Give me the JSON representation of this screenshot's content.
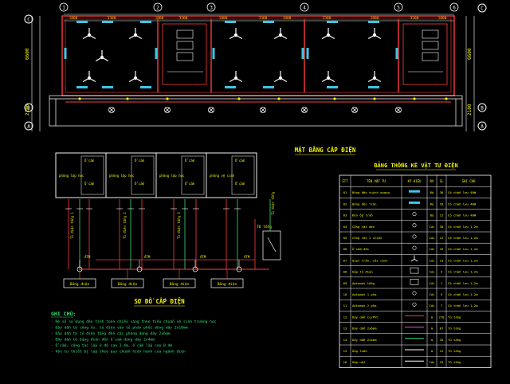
{
  "floor_plan": {
    "title": "MẶT BẰNG CẤP ĐIỆN",
    "grid_numbers": [
      "1",
      "2",
      "3",
      "4",
      "5",
      "6"
    ],
    "grid_letters_left": [
      "C",
      "B",
      "A"
    ],
    "grid_letters_right": [
      "C",
      "B",
      "A"
    ],
    "dims_top": [
      "1800",
      "3300",
      "1800",
      "3300",
      "1800",
      "3300",
      "1800",
      "3300",
      "1800",
      "3300",
      "1800"
    ],
    "dims_left": [
      "6600",
      "2100"
    ],
    "dims_right": [
      "6600",
      "2100"
    ]
  },
  "schematic": {
    "title": "SƠ ĐỒ CẤP ĐIỆN",
    "panels": [
      {
        "name": "phòng lớp học",
        "sub": "Ổ cắm"
      },
      {
        "name": "phòng lớp học",
        "sub": "Ổ cắm"
      },
      {
        "name": "phòng lớp học",
        "sub": "Ổ cắm"
      },
      {
        "name": "phòng vệ sinh",
        "sub": "Ổ cắm"
      }
    ],
    "breakers": [
      "ÁTM",
      "ÁTM",
      "ÁTM",
      "ÁTM"
    ],
    "feeder_labels": [
      "Tủ điện tầng 1",
      "Tủ điện tầng 2",
      "Tủ điện tầng 3",
      "Tủ điện tổng"
    ],
    "boxes": [
      "Bảng điện",
      "Bảng điện",
      "Bảng điện",
      "Bảng điện"
    ],
    "main": "TĐ tổng"
  },
  "notes": {
    "heading": "GHI CHÚ:",
    "lines": [
      "- Hệ số sử dụng đèn tính toán chiếu sáng theo tiêu chuẩn vệ sinh trường học",
      "- Dây dẫn từ công tơ, tủ điện vào tủ phân phối dùng dây 2x10mm",
      "- Dây dẫn từ tủ điện tầng đến các phòng dùng dây 2x6mm",
      "- Dây dẫn từ bảng điện đến ổ cắm dùng dây 2x4mm",
      "- Ổ cắm, công tắc lắp ở độ cao 1.4m, ổ cắm lắp cao 0.4m",
      "- Vật tư thiết bị lắp theo quy chuẩn hiện hành của ngành điện"
    ]
  },
  "table": {
    "title": "BẢNG THỐNG KÊ VẬT TƯ ĐIỆN",
    "headers": [
      "STT",
      "TÊN VẬT TƯ",
      "KÝ HIỆU",
      "ĐV",
      "SL",
      "GHI CHÚ"
    ],
    "rows": [
      [
        "01",
        "Bóng đèn huỳnh quang",
        "",
        "Bộ",
        "36",
        "Có chấn lưu 40W"
      ],
      [
        "02",
        "Bóng đèn tròn",
        "",
        "Bộ",
        "18",
        "Có chấn lưu 40W"
      ],
      [
        "03",
        "Đèn ốp trần",
        "",
        "Bộ",
        "12",
        "Có chấn lưu 40W"
      ],
      [
        "04",
        "Công tắc đơn",
        "",
        "Cái",
        "38",
        "Có chấn lưu 1,2m"
      ],
      [
        "05",
        "Công tắc 2 chiều",
        "",
        "Cái",
        "12",
        "Có chấn lưu 1,2m"
      ],
      [
        "06",
        "Ổ cắm đôi",
        "",
        "Cái",
        "16",
        "Có chấn lưu 1,2m"
      ],
      [
        "07",
        "Quạt trần, sải cánh",
        "",
        "Cái",
        "13",
        "Có chấn lưu 1,2m"
      ],
      [
        "08",
        "Hộp tủ điện",
        "",
        "Cái",
        "4",
        "Có chấn lưu 1,2m"
      ],
      [
        "09",
        "Aptomat tổng",
        "",
        "Cái",
        "1",
        "Có chấn lưu 1,2m"
      ],
      [
        "10",
        "Aptomat 1 pha",
        "",
        "Cái",
        "5",
        "Có chấn lưu 1,2m"
      ],
      [
        "11",
        "Aptomat 2 pha",
        "",
        "Cái",
        "7",
        "Có chấn lưu 1,2m"
      ],
      [
        "12",
        "Dây dẫn Cu/PVC",
        "",
        "m",
        "270",
        "Tủ tầng"
      ],
      [
        "13",
        "Dây dẫn 2x6mm",
        "",
        "m",
        "87",
        "Tủ tầng"
      ],
      [
        "14",
        "Dây dẫn 2x4mm",
        "",
        "m",
        "35",
        "Tủ tầng"
      ],
      [
        "15",
        "Ống luồn",
        "",
        "m",
        "12",
        "Tủ tầng"
      ],
      [
        "16",
        "Hộp nối",
        "",
        "Cái",
        "33",
        "Tủ tầng"
      ]
    ]
  },
  "colors": {
    "bg": "#000000",
    "wall": "#ff3b3b",
    "text": "#f2f200",
    "line": "#ffffff",
    "fixture": "#3ec5e6",
    "green": "#39e07a",
    "magenta": "#ff4bd8"
  }
}
